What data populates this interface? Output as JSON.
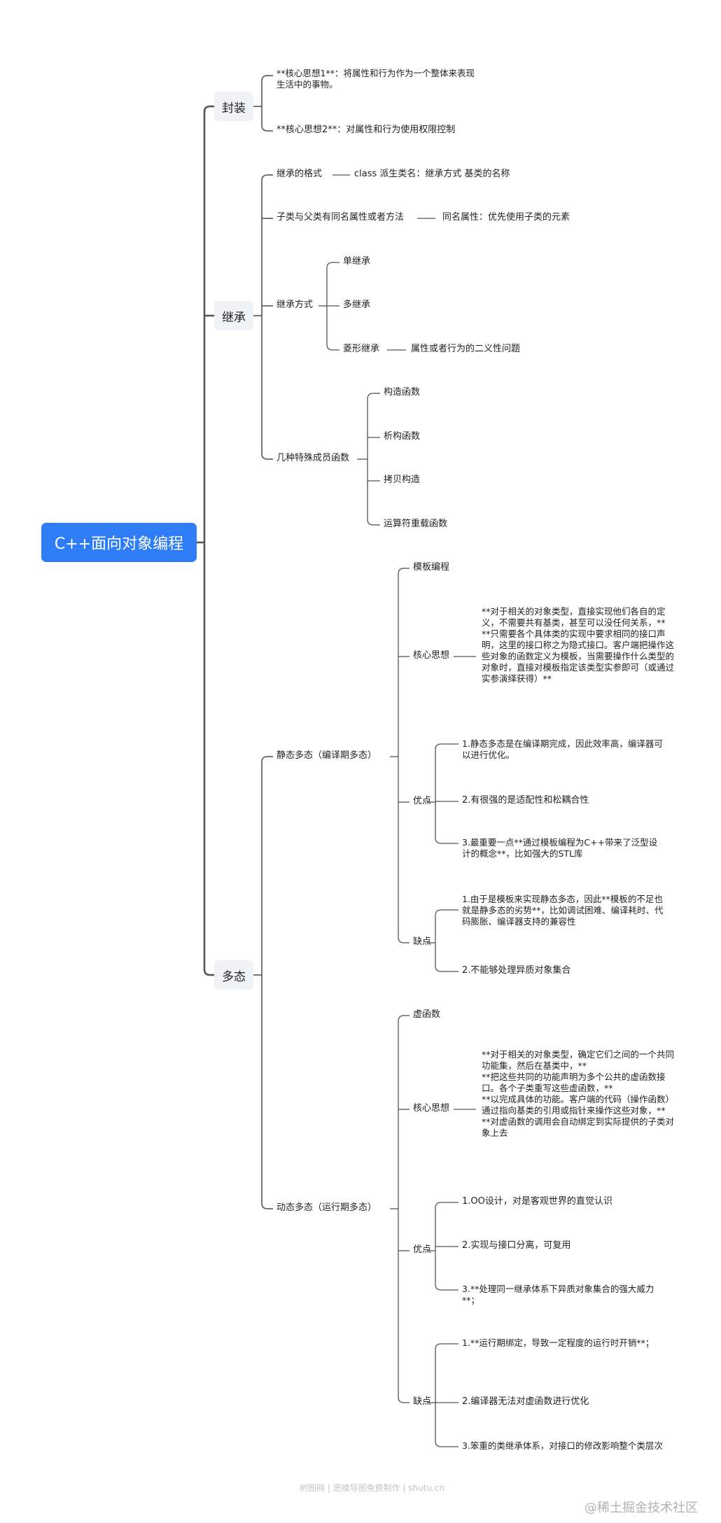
{
  "root": "C++面向对象编程",
  "branches": {
    "encap": {
      "label": "封装",
      "idea1": "**核心思想1**：将属性和行为作为一个整体来表现生活中的事物。",
      "idea2": "**核心思想2**：对属性和行为使用权限控制"
    },
    "inherit": {
      "label": "继承",
      "format": "继承的格式",
      "format_detail": "class 派生类名：继承方式 基类的名称",
      "same_name": "子类与父类有同名属性或者方法",
      "same_name_detail": "同名属性：优先使用子类的元素",
      "modes": "继承方式",
      "single": "单继承",
      "multi": "多继承",
      "diamond": "菱形继承",
      "diamond_detail": "属性或者行为的二义性问题",
      "special": "几种特殊成员函数",
      "ctor": "构造函数",
      "dtor": "析构函数",
      "copy": "拷贝构造",
      "opov": "运算符重载函数"
    },
    "poly": {
      "label": "多态",
      "static": {
        "label": "静态多态（编译期多态）",
        "template": "模板编程",
        "core": "核心思想",
        "core_text": "**对于相关的对象类型，直接实现他们各自的定义，不需要共有基类，甚至可以没任何关系，**\n**只需要各个具体类的实现中要求相同的接口声明，这里的接口称之为隐式接口。客户端把操作这些对象的函数定义为模板，当需要操作什么类型的对象时，直接对模板指定该类型实参即可（或通过实参演绎获得）**",
        "pros": "优点",
        "pro1": "1.静态多态是在编译期完成，因此效率高，编译器可以进行优化。",
        "pro2": "2.有很强的是适配性和松耦合性",
        "pro3": "3.最重要一点**通过模板编程为C++带来了泛型设计的概念**，比如强大的STL库",
        "cons": "缺点",
        "con1": "1.由于是模板来实现静态多态，因此**模板的不足也就是静多态的劣势**，比如调试困难、编译耗时、代码膨胀、编译器支持的兼容性",
        "con2": "2.不能够处理异质对象集合"
      },
      "dynamic": {
        "label": "动态多态（运行期多态）",
        "virtual": "虚函数",
        "core": "核心思想",
        "core_text": "**对于相关的对象类型，确定它们之间的一个共同功能集，然后在基类中，**\n**把这些共同的功能声明为多个公共的虚函数接口。各个子类重写这些虚函数，**\n**以完成具体的功能。客户端的代码（操作函数）通过指向基类的引用或指针来操作这些对象，**\n**对虚函数的调用会自动绑定到实际提供的子类对象上去",
        "pros": "优点",
        "pro1": "1.OO设计，对是客观世界的直觉认识",
        "pro2": "2.实现与接口分离，可复用",
        "pro3": "3.**处理同一继承体系下异质对象集合的强大威力**；",
        "cons": "缺点",
        "con1": "1.**运行期绑定，导致一定程度的运行时开销**；",
        "con2": "2.编译器无法对虚函数进行优化",
        "con3": "3.笨重的类继承体系，对接口的修改影响整个类层次"
      }
    }
  },
  "footer": "树图网 | 思维导图免费制作 | shutu.cn",
  "watermark": "@稀土掘金技术社区"
}
